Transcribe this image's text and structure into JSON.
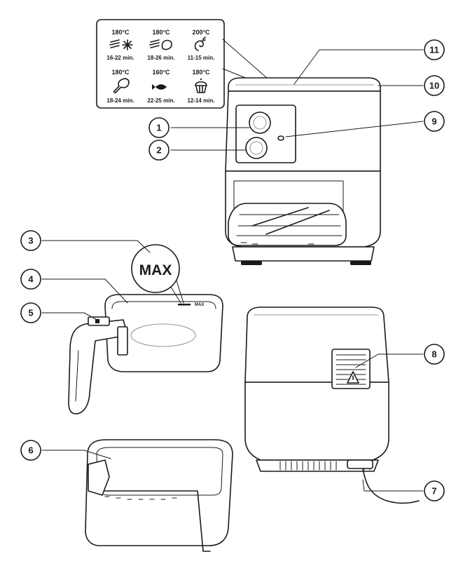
{
  "legend": {
    "items": [
      {
        "temp": "180°C",
        "time": "16-22 min.",
        "icon": "fries-frozen-icon"
      },
      {
        "temp": "180°C",
        "time": "18-26 min.",
        "icon": "fries-meat-icon"
      },
      {
        "temp": "200°C",
        "time": "11-15 min.",
        "icon": "shrimp-icon"
      },
      {
        "temp": "180°C",
        "time": "18-24 min.",
        "icon": "drumstick-icon"
      },
      {
        "temp": "160°C",
        "time": "22-25 min.",
        "icon": "fish-icon"
      },
      {
        "temp": "180°C",
        "time": "12-14 min.",
        "icon": "cupcake-icon"
      }
    ]
  },
  "max_label": "MAX",
  "basket_max_mark": "MAX",
  "callouts": [
    "1",
    "2",
    "3",
    "4",
    "5",
    "6",
    "7",
    "8",
    "9",
    "10",
    "11"
  ],
  "colors": {
    "line": "#1a1a1a",
    "background": "#ffffff",
    "muted": "#9a9a9a"
  }
}
